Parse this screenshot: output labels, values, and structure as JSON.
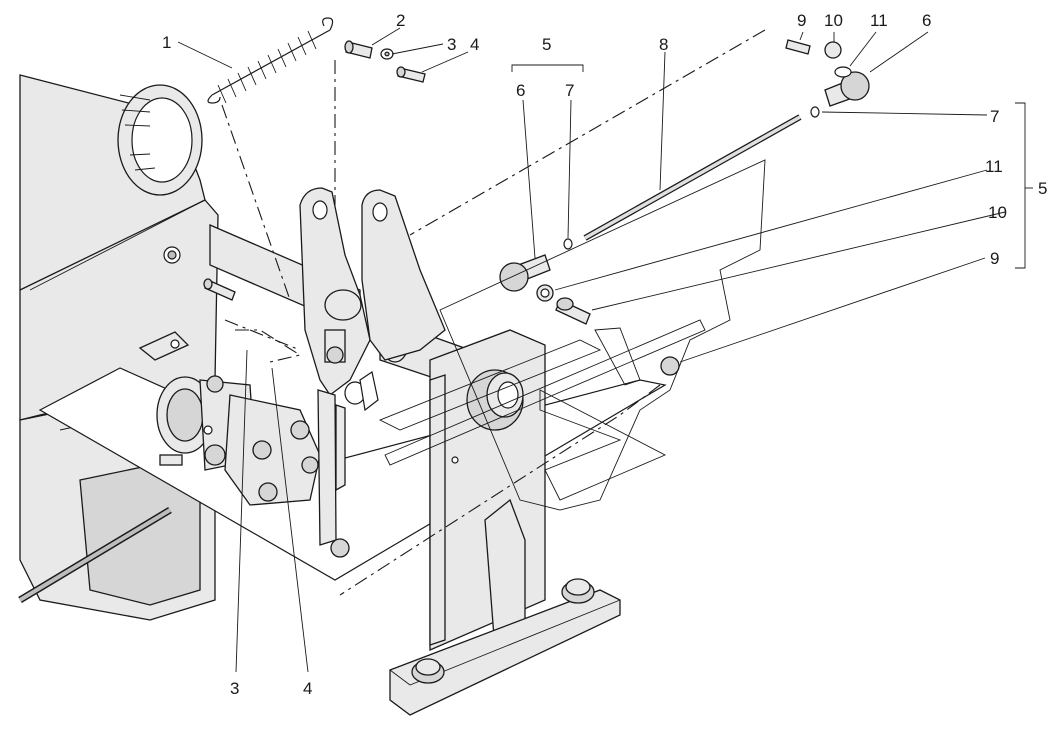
{
  "callouts": {
    "c1": "1",
    "c2": "2",
    "c3_top": "3",
    "c4_top": "4",
    "c5_top": "5",
    "c6_left": "6",
    "c7_left": "7",
    "c8": "8",
    "c9_top": "9",
    "c10_top": "10",
    "c11_top": "11",
    "c6_right": "6",
    "c7_right": "7",
    "c11_right": "11",
    "c5_right": "5",
    "c10_right": "10",
    "c9_right": "9",
    "c3_bottom": "3",
    "c4_bottom": "4"
  }
}
